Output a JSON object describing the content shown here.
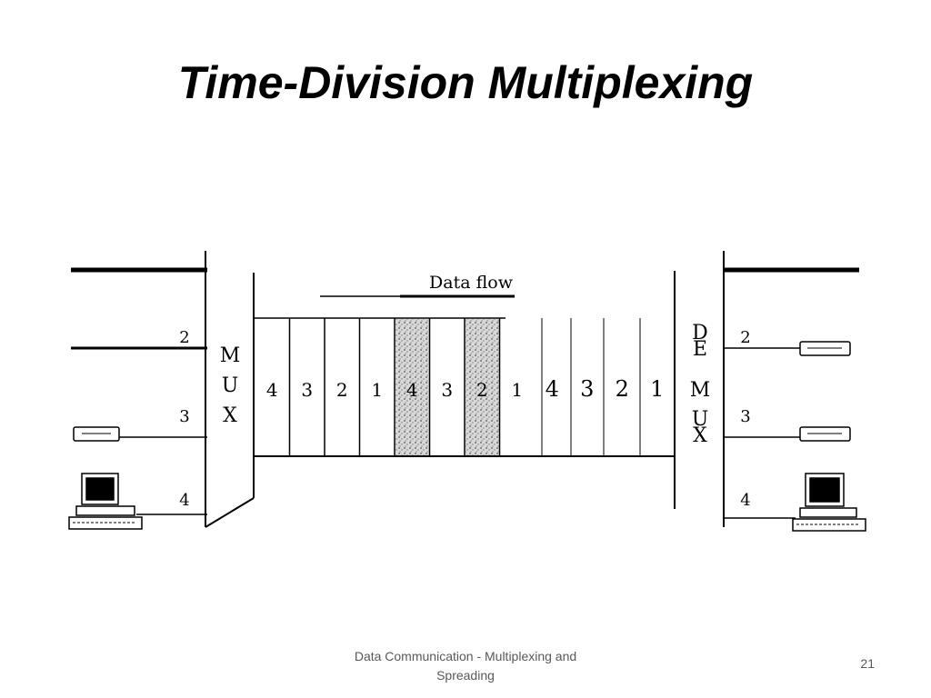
{
  "slide": {
    "title": "Time-Division Multiplexing",
    "footer": "Data Communication - Multiplexing and Spreading",
    "page_number": "21"
  },
  "diagram": {
    "flow_label": "Data flow",
    "mux_label": [
      "M",
      "U",
      "X"
    ],
    "demux_label": [
      "D",
      "E",
      "M",
      "U",
      "X"
    ],
    "input_lines": [
      "2",
      "3",
      "4"
    ],
    "output_lines": [
      "2",
      "3",
      "4"
    ],
    "frame_slots": [
      "4",
      "3",
      "2",
      "1",
      "4",
      "3",
      "2",
      "1",
      "4",
      "3",
      "2",
      "1"
    ],
    "highlighted_slots": [
      4,
      6
    ],
    "colors": {
      "line": "#000000",
      "shade": "#9a9a9a"
    }
  }
}
